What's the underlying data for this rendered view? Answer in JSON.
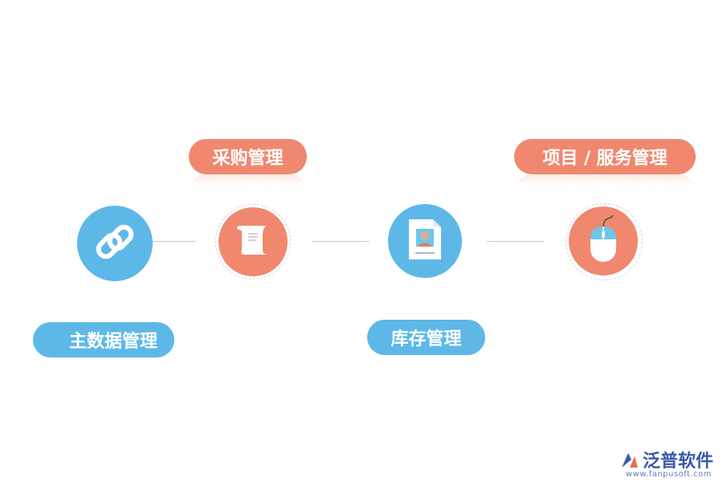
{
  "nodes": {
    "master_data": {
      "label": "主数据管理",
      "icon": "link-icon",
      "color": "#5db8e8"
    },
    "procurement": {
      "label": "采购管理",
      "icon": "scroll-icon",
      "color": "#f08870"
    },
    "inventory": {
      "label": "库存管理",
      "icon": "id-card-document-icon",
      "color": "#5db8e8"
    },
    "project_service": {
      "label": "项目 / 服务管理",
      "icon": "mouse-icon",
      "color": "#f08870"
    }
  },
  "brand": {
    "name": "泛普软件",
    "url": "www.fanpusoft.com",
    "icon": "fanpu-logo-icon"
  }
}
